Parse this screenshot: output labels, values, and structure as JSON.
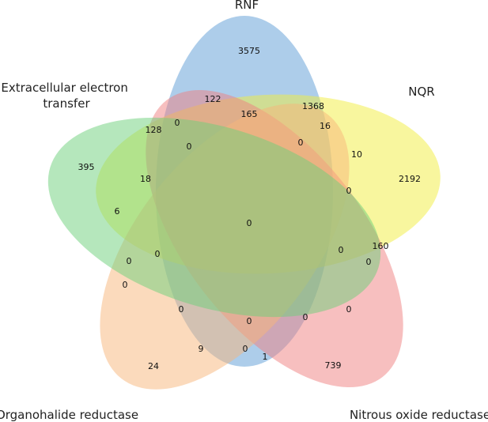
{
  "sets": [
    {
      "id": "rnf",
      "label_lines": [
        "RNF"
      ],
      "color": "#5b9bd5"
    },
    {
      "id": "nqr",
      "label_lines": [
        "NQR"
      ],
      "color": "#f2ee3e"
    },
    {
      "id": "nos",
      "label_lines": [
        "Nitrous oxide reductase"
      ],
      "color": "#f08080"
    },
    {
      "id": "ohr",
      "label_lines": [
        "Organohalide reductase"
      ],
      "color": "#f8b57a"
    },
    {
      "id": "eet",
      "label_lines": [
        "Extracellular electron",
        "transfer"
      ],
      "color": "#6ccf7a"
    }
  ],
  "counts": [
    {
      "name": "only-rnf",
      "value": "3575"
    },
    {
      "name": "only-nqr",
      "value": "2192"
    },
    {
      "name": "only-eet",
      "value": "395"
    },
    {
      "name": "only-nos",
      "value": "739"
    },
    {
      "name": "only-ohr",
      "value": "24"
    },
    {
      "name": "rnf-nqr",
      "value": "1368"
    },
    {
      "name": "rnf-inner-top",
      "value": "122"
    },
    {
      "name": "rnf-inner-center",
      "value": "165"
    },
    {
      "name": "rnf-eet",
      "value": "128"
    },
    {
      "name": "rnf-inner-zero-a",
      "value": "0"
    },
    {
      "name": "rnf-inner-zero-b",
      "value": "0"
    },
    {
      "name": "nqr-inner-16",
      "value": "16"
    },
    {
      "name": "nqr-inner-zero-a",
      "value": "0"
    },
    {
      "name": "nqr-inner-10",
      "value": "10"
    },
    {
      "name": "nqr-inner-zero-b",
      "value": "0"
    },
    {
      "name": "eet-nqr-18",
      "value": "18"
    },
    {
      "name": "eet-nqr-6",
      "value": "6"
    },
    {
      "name": "center-all",
      "value": "0"
    },
    {
      "name": "nqr-nos-160",
      "value": "160"
    },
    {
      "name": "right-zero-a",
      "value": "0"
    },
    {
      "name": "right-zero-b",
      "value": "0"
    },
    {
      "name": "left-zero-a",
      "value": "0"
    },
    {
      "name": "left-zero-b",
      "value": "0"
    },
    {
      "name": "left-zero-c",
      "value": "0"
    },
    {
      "name": "lower-zero-a",
      "value": "0"
    },
    {
      "name": "lower-zero-b",
      "value": "0"
    },
    {
      "name": "lower-zero-c",
      "value": "0"
    },
    {
      "name": "lower-zero-d",
      "value": "0"
    },
    {
      "name": "ohr-rnf-9",
      "value": "9"
    },
    {
      "name": "bottom-zero",
      "value": "0"
    },
    {
      "name": "ohr-nos-1",
      "value": "1"
    }
  ]
}
